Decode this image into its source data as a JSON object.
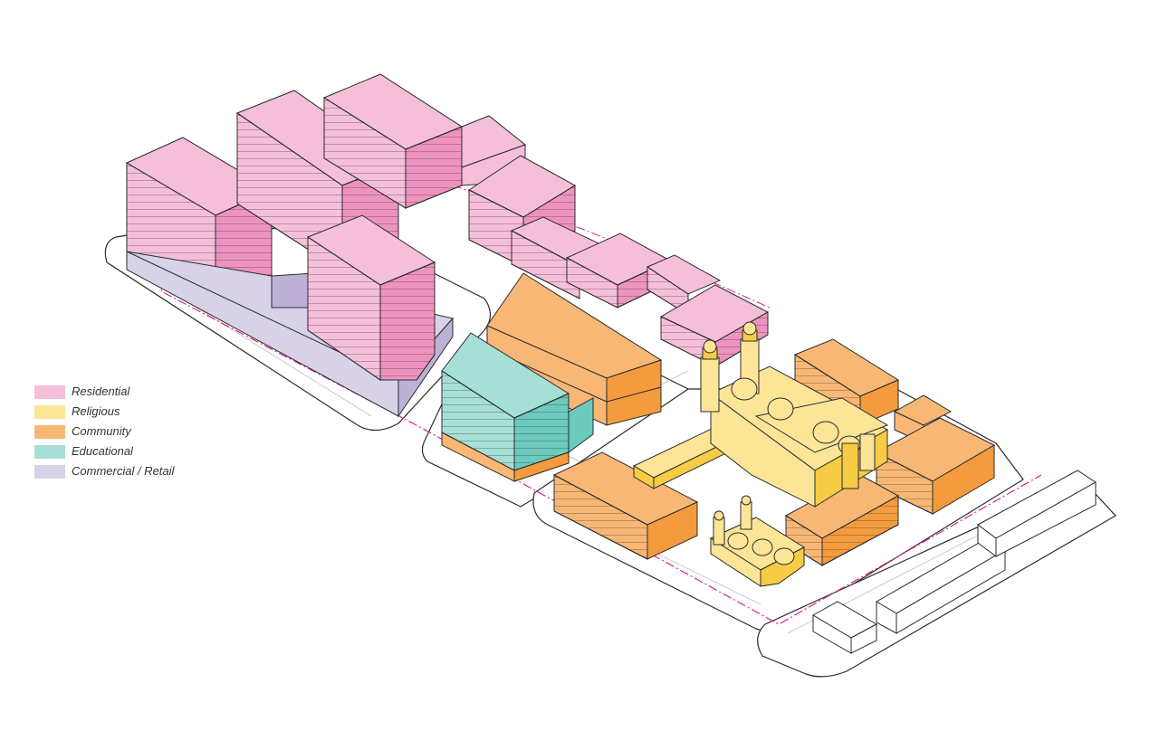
{
  "legend": [
    {
      "key": "residential",
      "label": "Residential",
      "color": "#f5bfda"
    },
    {
      "key": "religious",
      "label": "Religious",
      "color": "#fde598"
    },
    {
      "key": "community",
      "label": "Community",
      "color": "#f8b775"
    },
    {
      "key": "educational",
      "label": "Educational",
      "color": "#a6dfd6"
    },
    {
      "key": "commercial",
      "label": "Commercial / Retail",
      "color": "#d7d2e8"
    }
  ],
  "colors": {
    "residential_side": "#ee93bf",
    "religious_side": "#f5cc44",
    "community_side": "#f39b3e",
    "educational_side": "#6ccabd",
    "commercial_side": "#bdb1d7",
    "site_boundary": "#e0218a",
    "outline": "#2b2b2b",
    "existing": "#ffffff"
  }
}
